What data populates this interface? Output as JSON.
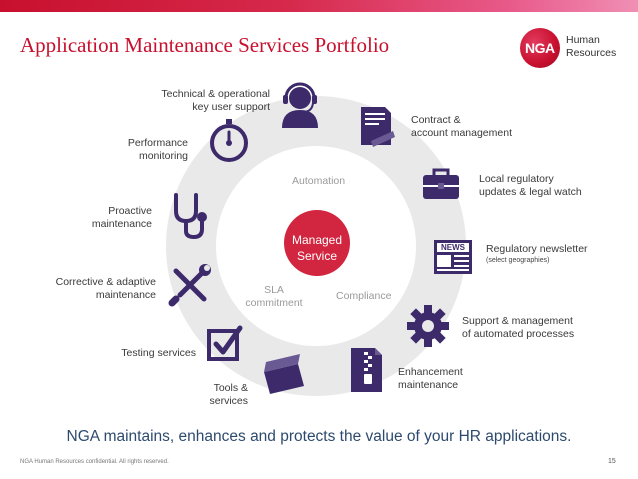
{
  "header": {
    "title": "Application Maintenance Services Portfolio"
  },
  "logo": {
    "abbr": "NGA",
    "line1": "Human",
    "line2": "Resources",
    "brand_color": "#c8102e"
  },
  "diagram": {
    "center": {
      "line1": "Managed",
      "line2": "Service",
      "color": "#d22640"
    },
    "inner_labels": {
      "automation": "Automation",
      "sla_line1": "SLA",
      "sla_line2": "commitment",
      "compliance": "Compliance"
    },
    "ring_color": "#e9e9e9",
    "icon_color": "#3d2a6b",
    "items": {
      "technical": {
        "line1": "Technical & operational",
        "line2": "key user support",
        "icon": "support-agent-icon"
      },
      "contract": {
        "line1": "Contract &",
        "line2": "account management",
        "icon": "contract-document-icon"
      },
      "regulatory": {
        "line1": "Local regulatory",
        "line2": "updates & legal watch",
        "icon": "briefcase-icon"
      },
      "newsletter": {
        "line1": "Regulatory newsletter",
        "note": "(select geographies)",
        "icon": "newspaper-icon"
      },
      "support": {
        "line1": "Support & management",
        "line2": "of automated processes",
        "icon": "gear-icon"
      },
      "enhancement": {
        "line1": "Enhancement",
        "line2": "maintenance",
        "icon": "zip-file-icon"
      },
      "tools": {
        "line1": "Tools &",
        "line2": "services",
        "icon": "toolbox-icon"
      },
      "testing": {
        "line1": "Testing services",
        "icon": "checkbox-icon"
      },
      "corrective": {
        "line1": "Corrective & adaptive",
        "line2": "maintenance",
        "icon": "wrench-screwdriver-icon"
      },
      "proactive": {
        "line1": "Proactive",
        "line2": "maintenance",
        "icon": "stethoscope-icon"
      },
      "performance": {
        "line1": "Performance",
        "line2": "monitoring",
        "icon": "stopwatch-icon"
      }
    }
  },
  "tagline": "NGA maintains, enhances and protects the value of your HR applications.",
  "footer": {
    "confidential": "NGA Human Resources confidential. All rights reserved.",
    "page": "15"
  }
}
